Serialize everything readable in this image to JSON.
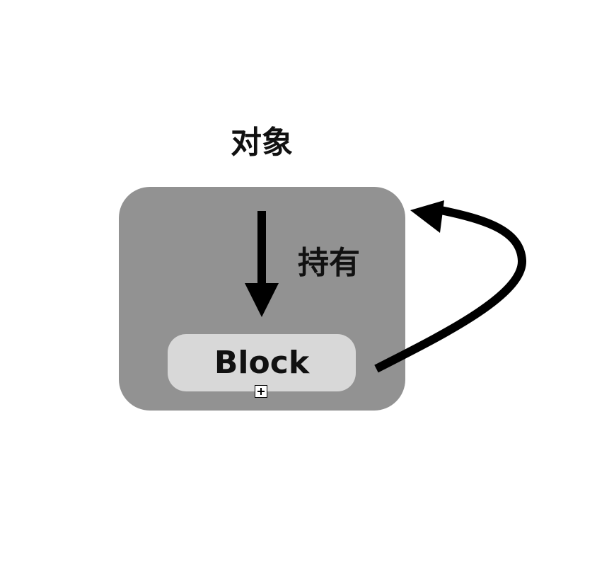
{
  "diagram": {
    "title": "对象",
    "hold_label": "持有",
    "block_label": "Block",
    "icons": {
      "expand": "plus-box-icon",
      "down_arrow": "down-arrow-icon",
      "curved_arrow": "curved-back-arrow-icon"
    },
    "colors": {
      "object_fill": "#929292",
      "block_fill": "#d8d8d8",
      "ink": "#111111",
      "background": "#ffffff"
    }
  }
}
